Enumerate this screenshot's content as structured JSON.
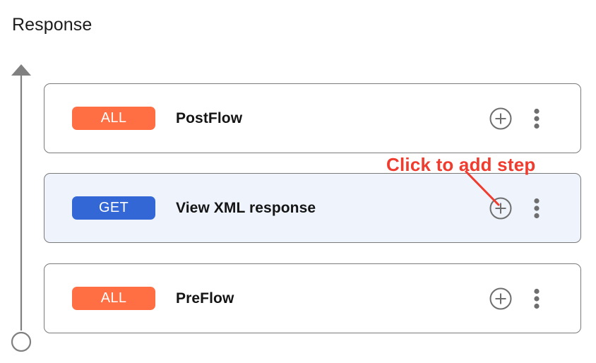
{
  "page": {
    "title": "Response",
    "background_color": "#ffffff"
  },
  "flow_axis": {
    "icon_arrowhead": "arrow-up-icon",
    "icon_endpoint": "circle-endpoint-icon",
    "line_color": "#7a7a7a"
  },
  "colors": {
    "badge_all": "#ff6f43",
    "badge_get": "#3367d6",
    "selected_row_background": "#eef3fc",
    "card_border": "#7a7a7a",
    "icon_gray": "#6e6e6e",
    "annotation_red": "#f03c2e",
    "title_text": "#1c1c1c",
    "flow_name_text": "#141414"
  },
  "rows": [
    {
      "id": "postflow",
      "badge_label": "ALL",
      "badge_type": "all",
      "name": "PostFlow",
      "selected": false,
      "add_icon": "circle-plus-icon",
      "menu_icon": "kebab-menu-icon"
    },
    {
      "id": "viewxml",
      "badge_label": "GET",
      "badge_type": "get",
      "name": "View XML response",
      "selected": true,
      "add_icon": "circle-plus-icon",
      "menu_icon": "kebab-menu-icon"
    },
    {
      "id": "preflow",
      "badge_label": "ALL",
      "badge_type": "all",
      "name": "PreFlow",
      "selected": false,
      "add_icon": "circle-plus-icon",
      "menu_icon": "kebab-menu-icon"
    }
  ],
  "annotation": {
    "text": "Click to add step",
    "color": "#f03c2e",
    "points_to": "add-step-icon-viewxml"
  }
}
